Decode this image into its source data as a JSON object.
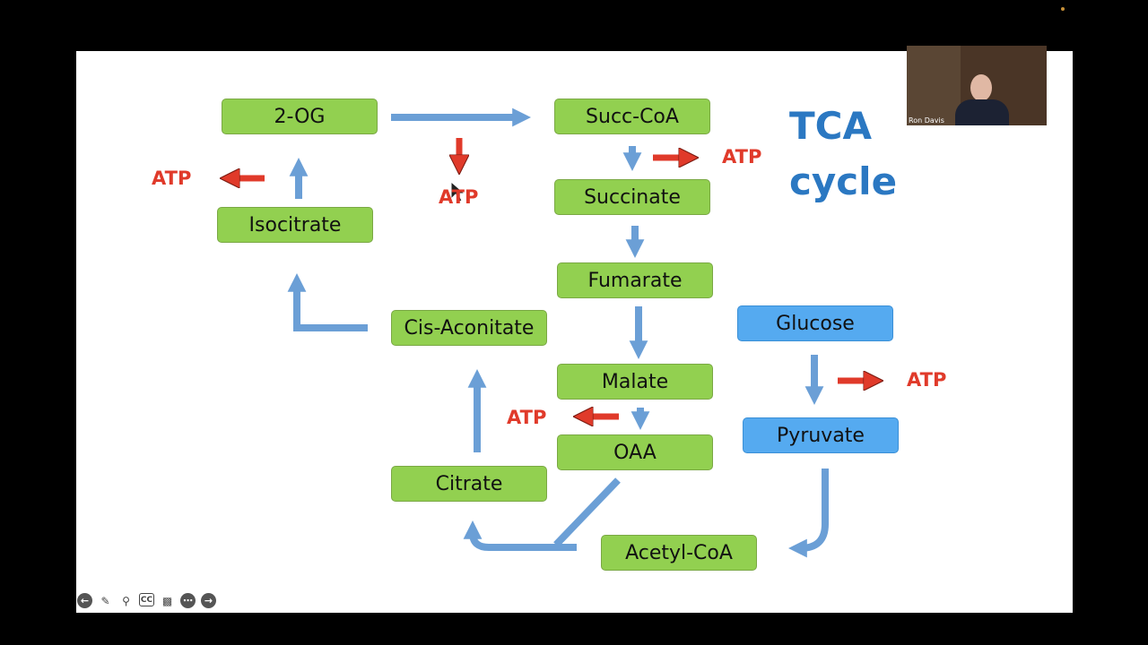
{
  "diagram": {
    "title_line1": "TCA",
    "title_line2": "cycle",
    "nodes": {
      "og2": "2-OG",
      "succ_coa": "Succ-CoA",
      "succinate": "Succinate",
      "isocitrate": "Isocitrate",
      "fumarate": "Fumarate",
      "cis_aconitate": "Cis-Aconitate",
      "glucose": "Glucose",
      "malate": "Malate",
      "pyruvate": "Pyruvate",
      "oaa": "OAA",
      "citrate": "Citrate",
      "acetyl_coa": "Acetyl-CoA"
    },
    "atp_label": "ATP"
  },
  "webcam": {
    "name": "Ron Davis"
  },
  "toolbar": {
    "back_icon": "arrow-left-icon",
    "pen_icon": "pencil-icon",
    "zoom_icon": "magnifier-icon",
    "cc_label": "CC",
    "camera_icon": "video-camera-icon",
    "more_icon": "ellipsis-icon",
    "next_icon": "arrow-right-icon"
  },
  "colors": {
    "green_box": "#92d050",
    "blue_box": "#55aaf0",
    "flow_arrow": "#6b9fd6",
    "atp_arrow": "#e03a2a",
    "title": "#2b78c2"
  }
}
